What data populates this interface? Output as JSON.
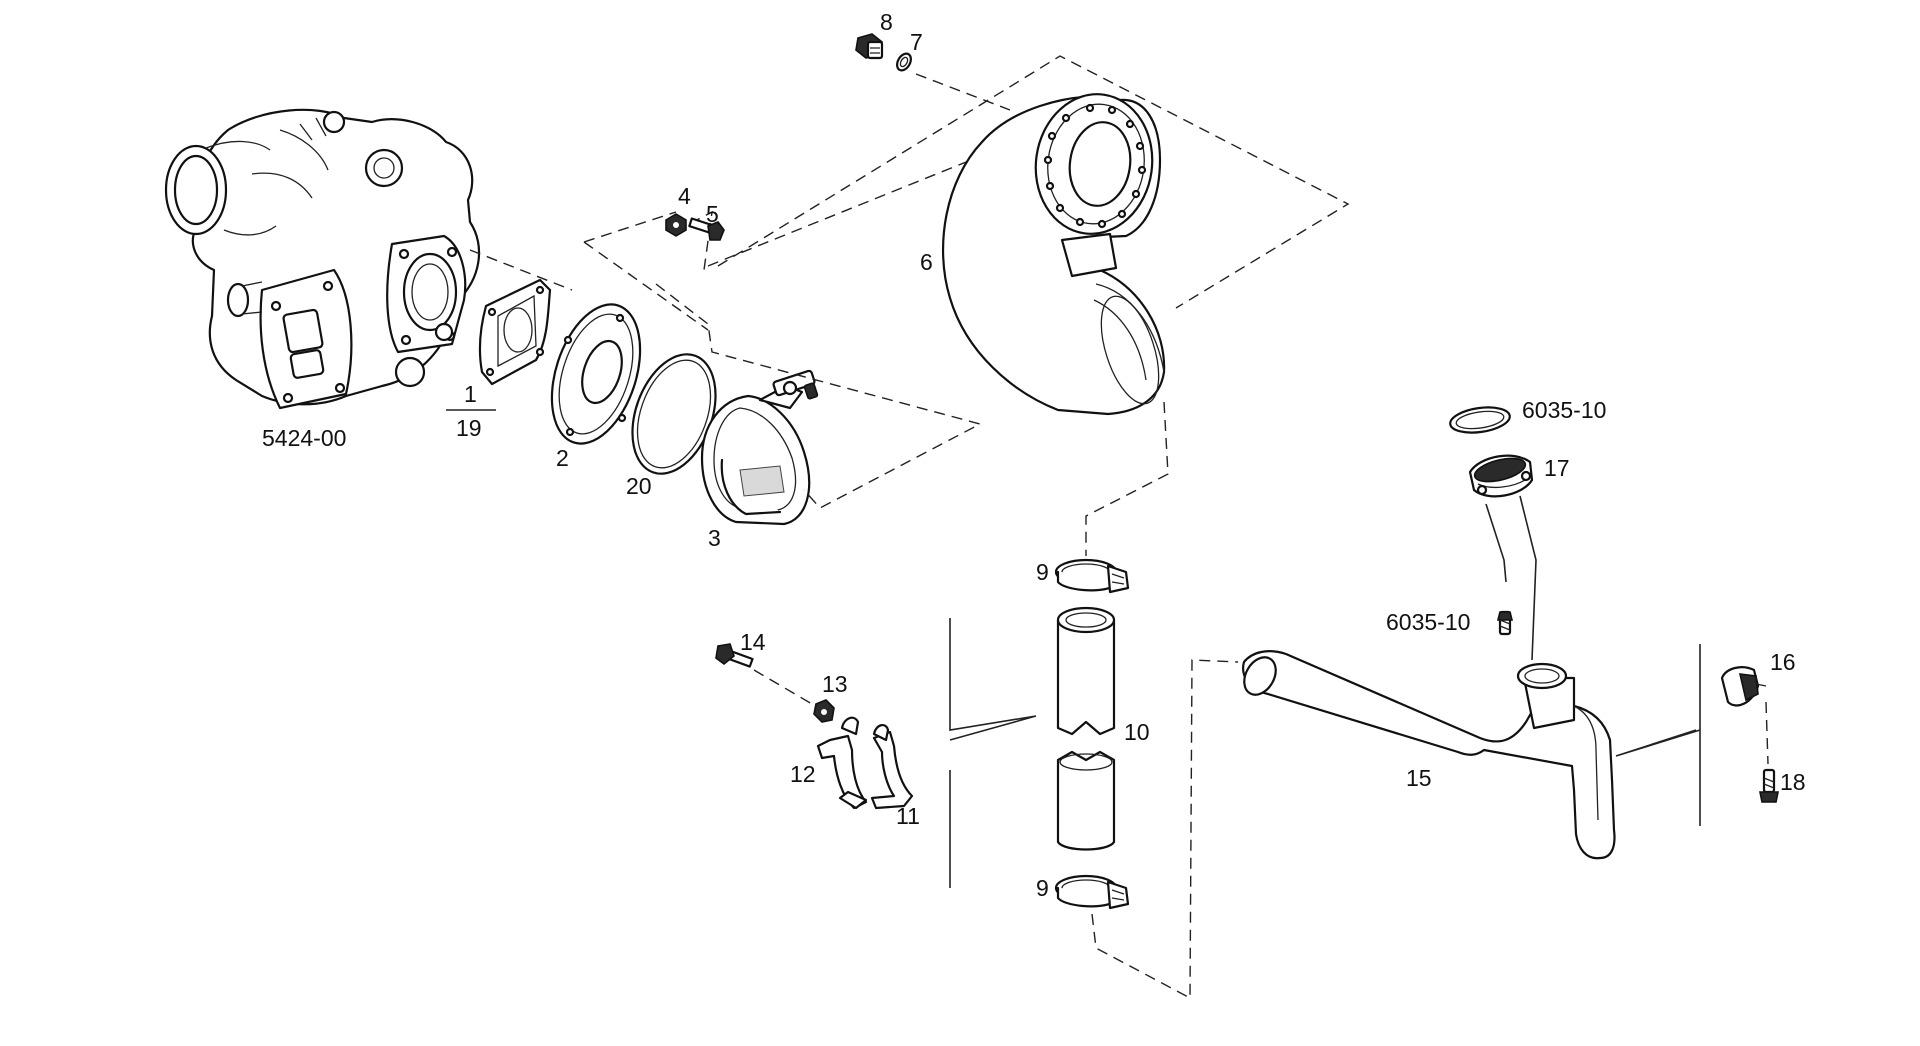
{
  "callouts": {
    "turbocharger_ref": "5424-00",
    "flange_gasket_top": "1",
    "flange_gasket_bottom": "19",
    "flange_plate": "2",
    "v_band_clamp": "3",
    "nut": "4",
    "bolt": "5",
    "elbow_pipe": "6",
    "seal_ring_small": "7",
    "plug": "8",
    "hose_clamp_upper": "9",
    "hose_clamp_lower": "9",
    "bellows_pipe": "10",
    "bracket_right": "11",
    "bracket_left": "12",
    "bracket_nut": "13",
    "bracket_screw": "14",
    "exhaust_pipe": "15",
    "support_clamp": "16",
    "outlet_flange": "17",
    "support_screw": "18",
    "o_ring": "20",
    "outlet_gasket_ref": "6035-10",
    "outlet_screw_ref": "6035-10"
  }
}
